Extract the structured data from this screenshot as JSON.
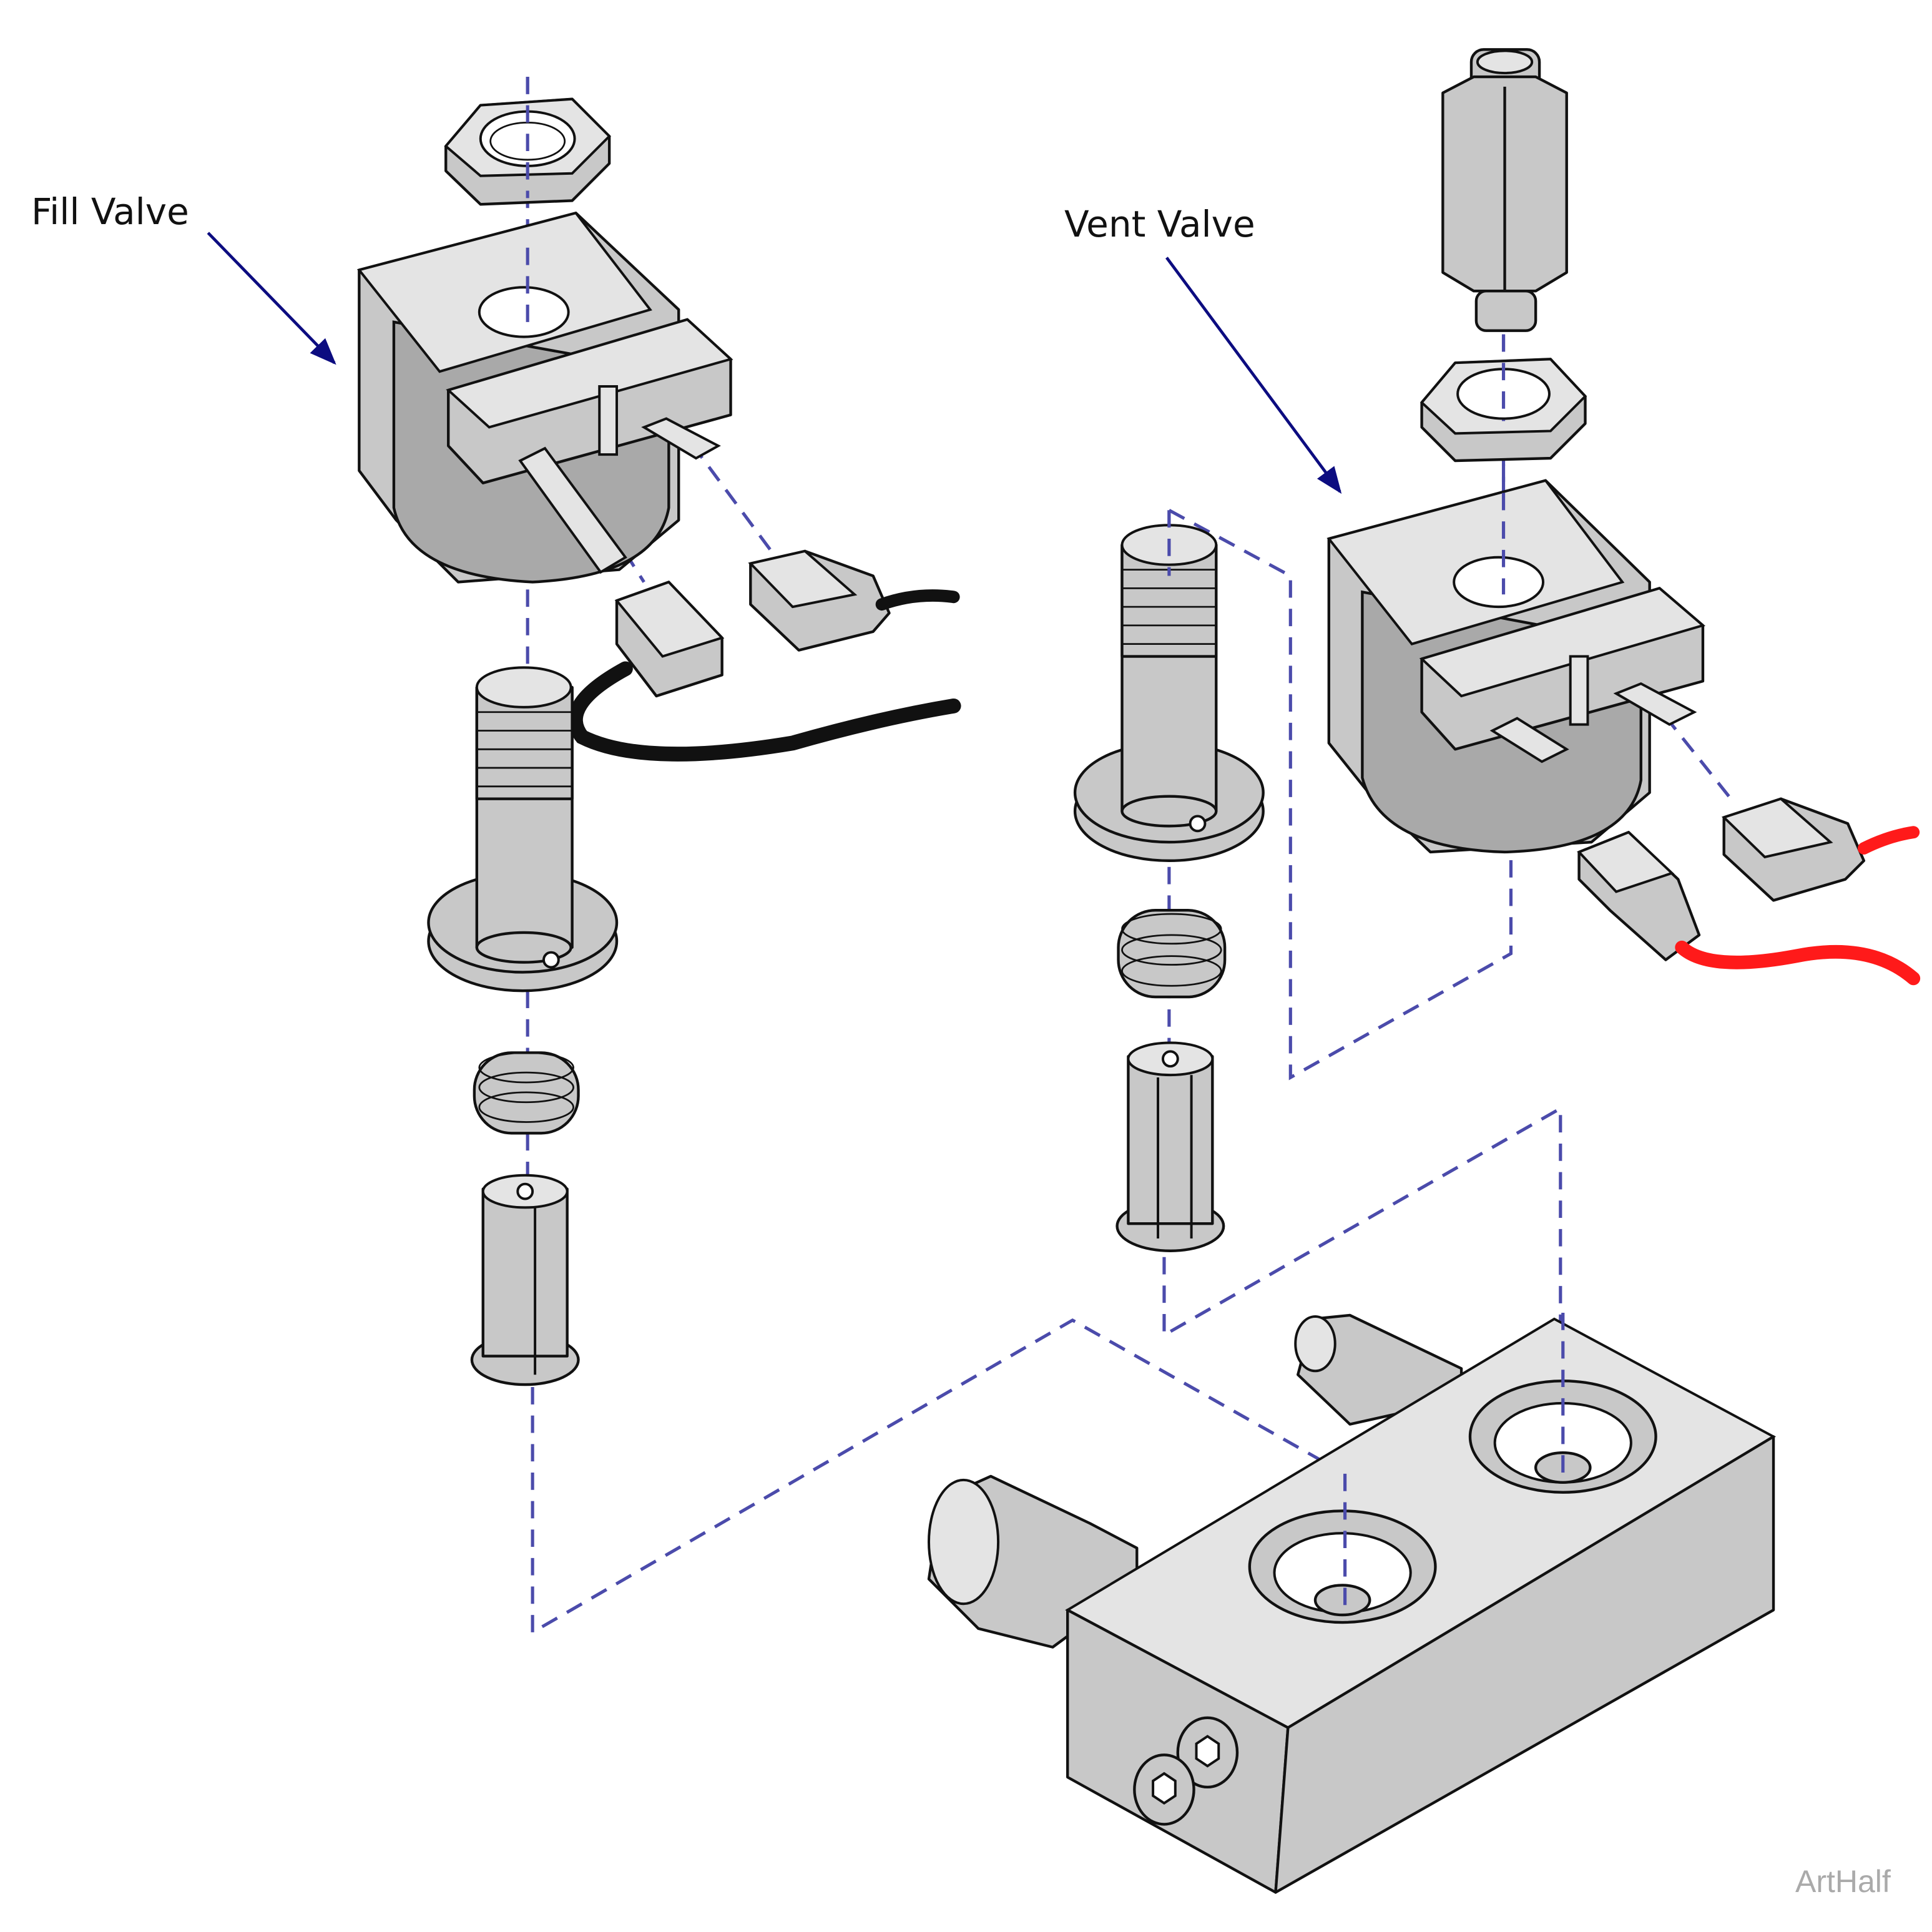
{
  "labels": {
    "fill_valve": "Fill Valve",
    "vent_valve": "Vent Valve"
  },
  "watermark": "ArtHalf",
  "colors": {
    "part_fill": "#c8c8c8",
    "outline": "#111111",
    "assembly_axis": "#4b4bab",
    "leader_arrow": "#0c0c80",
    "wire_black": "#111111",
    "wire_red": "#ff1a1a"
  }
}
